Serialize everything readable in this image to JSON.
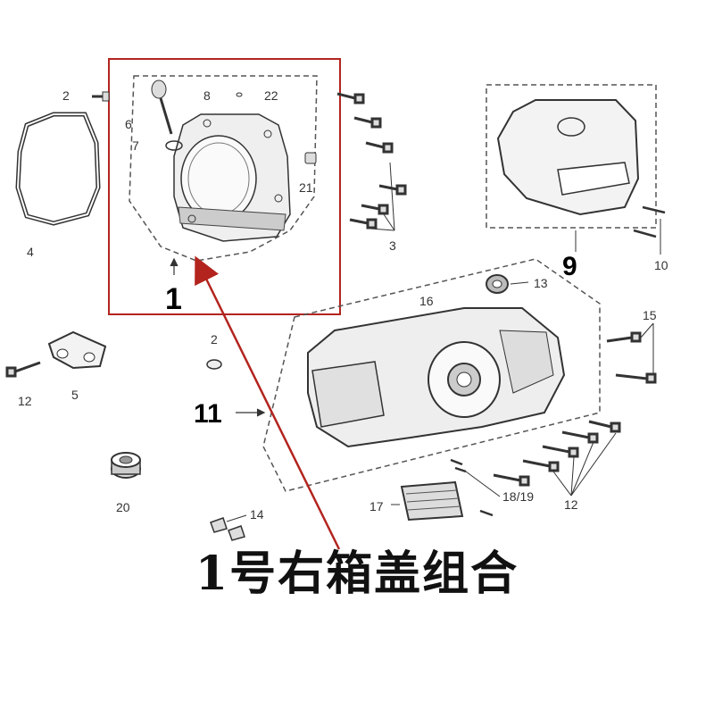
{
  "labels": {
    "p1": "1",
    "p2a": "2",
    "p2b": "2",
    "p3": "3",
    "p4": "4",
    "p5": "5",
    "p6": "6",
    "p7": "7",
    "p8": "8",
    "p9": "9",
    "p10": "10",
    "p11": "11",
    "p12a": "12",
    "p12b": "12",
    "p13": "13",
    "p14": "14",
    "p15": "15",
    "p16": "16",
    "p17": "17",
    "p1819": "18/19",
    "p20": "20",
    "p21": "21",
    "p22": "22"
  },
  "caption": "1号右箱盖组合",
  "colors": {
    "highlight": "#b3241e",
    "line": "#333333",
    "dash": "#555555"
  }
}
